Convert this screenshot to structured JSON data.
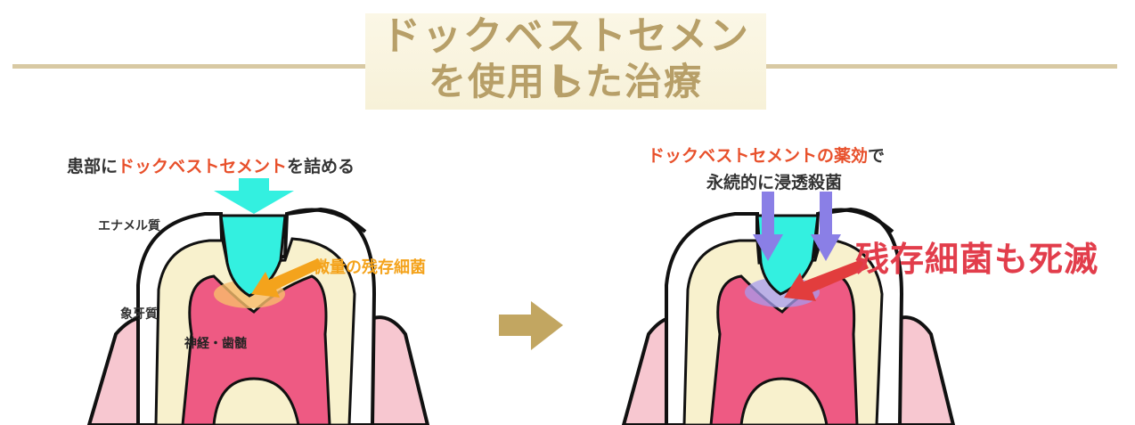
{
  "title": {
    "line1": "ドックベストセメント",
    "line2": "を使用した治療"
  },
  "left_panel": {
    "caption_prefix": "患部に",
    "caption_highlight": "ドックベストセメント",
    "caption_suffix": "を詰める",
    "label_enamel": "エナメル質",
    "label_dentin": "象牙質",
    "label_nerve": "神経・歯髄",
    "label_bacteria": "微量の残存細菌"
  },
  "right_panel": {
    "caption_highlight": "ドックベストセメントの薬効",
    "caption_suffix": "で",
    "caption_line2": "永続的に浸透殺菌",
    "label_result": "残存細菌も死滅"
  },
  "colors": {
    "title": "#b79f68",
    "title_line": "#d8c9a3",
    "cement": "#33f0e0",
    "enamel": "#f8f1cd",
    "gum": "#f7c7d0",
    "pulp": "#ee5a83",
    "bacteria_orange": "#f4a31c",
    "arrow_purple": "#8a7fe6",
    "arrow_red": "#e23d3d",
    "arrow_gold": "#c2a661",
    "highlight_red": "#e8502b"
  },
  "icons": [
    "down-arrow-cyan",
    "arrow-orange",
    "arrow-purple",
    "arrow-red",
    "right-arrow-gold"
  ]
}
